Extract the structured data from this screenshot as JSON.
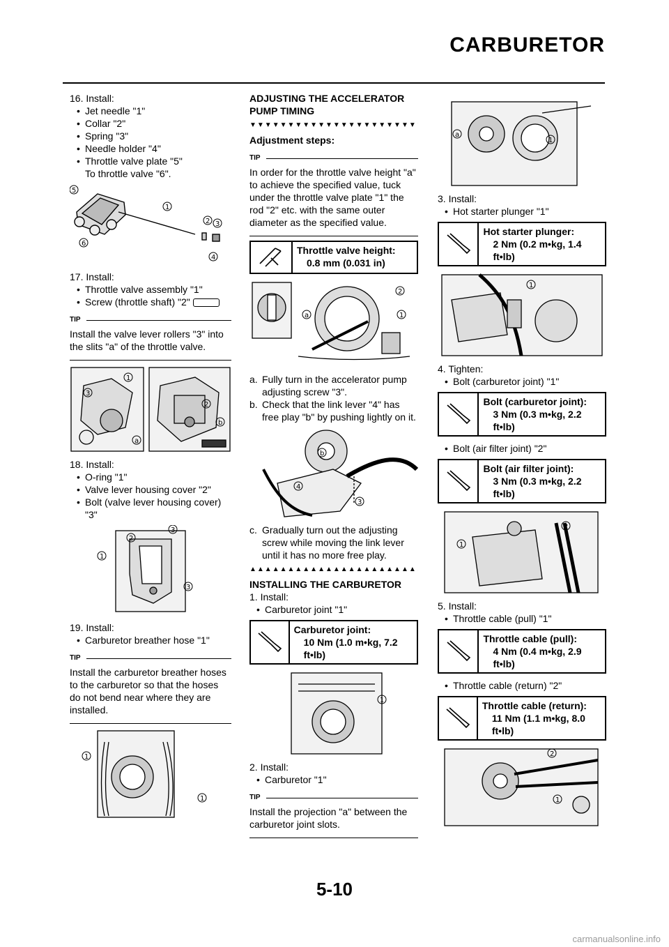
{
  "header": {
    "title": "CARBURETOR"
  },
  "footer": {
    "page_number": "5-10",
    "watermark": "carmanualsonline.info"
  },
  "col1": {
    "s16_title": "16. Install:",
    "s16_items": [
      "Jet needle \"1\"",
      "Collar \"2\"",
      "Spring \"3\"",
      "Needle holder \"4\"",
      "Throttle valve plate \"5\""
    ],
    "s16_cont": "To throttle valve \"6\".",
    "s17_title": "17. Install:",
    "s17_items": [
      "Throttle valve assembly \"1\"",
      "Screw (throttle shaft) \"2\""
    ],
    "tip1_label": "TIP",
    "tip1_text": "Install the valve lever rollers \"3\" into the slits \"a\" of the throttle valve.",
    "s18_title": "18. Install:",
    "s18_items": [
      "O-ring \"1\"",
      "Valve lever housing cover \"2\"",
      "Bolt (valve lever housing cover) \"3\""
    ],
    "s19_title": "19. Install:",
    "s19_items": [
      "Carburetor breather hose \"1\""
    ],
    "tip2_label": "TIP",
    "tip2_text": "Install the carburetor breather hoses to the carburetor so that the hoses do not bend near where they are installed."
  },
  "col2": {
    "section1_title": "ADJUSTING THE ACCELERATOR PUMP TIMING",
    "arrows_down": "▼▼▼▼▼▼▼▼▼▼▼▼▼▼▼▼▼▼▼▼▼▼▼▼▼▼▼",
    "adj_steps": "Adjustment steps:",
    "tip3_label": "TIP",
    "tip3_text": "In order for the throttle valve height \"a\" to achieve the specified value, tuck under the throttle valve plate \"1\" the rod \"2\" etc. with the same outer diameter as the specified value.",
    "spec_tv_title": "Throttle valve height:",
    "spec_tv_value": "0.8 mm (0.031 in)",
    "step_a_letter": "a.",
    "step_a": "Fully turn in the accelerator pump adjusting screw \"3\".",
    "step_b_letter": "b.",
    "step_b": "Check that the link lever \"4\" has free play \"b\" by pushing lightly on it.",
    "step_c_letter": "c.",
    "step_c": "Gradually turn out the adjusting screw while moving the link lever until it has no more free play.",
    "arrows_up": "▲▲▲▲▲▲▲▲▲▲▲▲▲▲▲▲▲▲▲▲▲▲▲▲▲▲",
    "section2_title": "INSTALLING THE CARBURETOR",
    "s1_title": "1.  Install:",
    "s1_items": [
      "Carburetor joint \"1\""
    ],
    "spec_cj_title": "Carburetor joint:",
    "spec_cj_value": "10 Nm (1.0 m•kg, 7.2 ft•lb)",
    "s2_title": "2.  Install:",
    "s2_items": [
      "Carburetor \"1\""
    ],
    "tip4_label": "TIP",
    "tip4_text": "Install the projection \"a\" between the carburetor joint slots."
  },
  "col3": {
    "s3_title": "3.  Install:",
    "s3_items": [
      "Hot starter plunger \"1\""
    ],
    "spec_hs_title": "Hot starter plunger:",
    "spec_hs_value": "2 Nm (0.2 m•kg, 1.4 ft•lb)",
    "s4_title": "4.  Tighten:",
    "s4_item1": "Bolt (carburetor joint) \"1\"",
    "spec_bcj_title": "Bolt (carburetor joint):",
    "spec_bcj_value": "3 Nm (0.3 m•kg, 2.2 ft•lb)",
    "s4_item2": "Bolt (air filter joint) \"2\"",
    "spec_baf_title": "Bolt (air filter joint):",
    "spec_baf_value": "3 Nm (0.3 m•kg, 2.2 ft•lb)",
    "s5_title": "5.  Install:",
    "s5_item1": "Throttle cable (pull) \"1\"",
    "spec_tcp_title": "Throttle cable (pull):",
    "spec_tcp_value": "4 Nm (0.4 m•kg, 2.9 ft•lb)",
    "s5_item2": "Throttle cable (return) \"2\"",
    "spec_tcr_title": "Throttle cable (return):",
    "spec_tcr_value": "11 Nm (1.1 m•kg, 8.0 ft•lb)"
  }
}
